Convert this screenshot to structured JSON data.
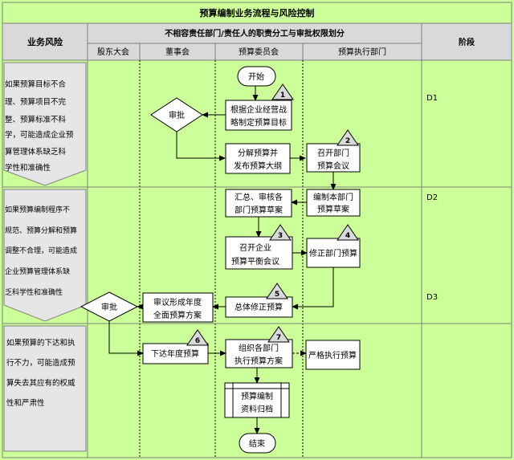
{
  "title": "预算编制业务流程与风险控制",
  "header": {
    "risk_column": "业务风险",
    "responsibility": "不相容责任部门/责任人的职责分工与审批权限划分",
    "stage_column": "阶段"
  },
  "lanes": [
    "股东大会",
    "董事会",
    "预算委员会",
    "预算执行部门"
  ],
  "risks": [
    [
      "如果预算目标不合",
      "理、预算项目不完",
      "整、预算标准不科",
      "学，可能造成企业预",
      "算管理体系缺乏科",
      "学性和准确性"
    ],
    [
      "如果预算编制程序不",
      "规范、预算分解和预算",
      "调整不合理，可能造成",
      "企业预算管理体系缺",
      "乏科学性和准确性"
    ],
    [
      "如果预算的下达和执",
      "行不力，可能造成预",
      "算失去其应有的权威",
      "性和严肃性"
    ]
  ],
  "stages": [
    "D1",
    "D2",
    "D3"
  ],
  "flow": {
    "start": "开始",
    "end": "结束",
    "approve_board": "审批",
    "approve_shareholders": "审批",
    "steps": [
      [
        "根据企业经营战",
        "略制定预算目标"
      ],
      [
        "分解预算并",
        "发布预算大纲"
      ],
      [
        "召开部门",
        "预算会议"
      ],
      [
        "编制本部门",
        "预算草案"
      ],
      [
        "汇总、审核各",
        "部门预算草案"
      ],
      [
        "召开企业",
        "预算平衡会议"
      ],
      [
        "修正部门预算"
      ],
      [
        "总体修正预算"
      ],
      [
        "审议形成年度",
        "全面预算方案"
      ],
      [
        "下达年度预算"
      ],
      [
        "组织各部门",
        "执行预算方案"
      ],
      [
        "严格执行预算"
      ],
      [
        "预算编制",
        "资料归档"
      ]
    ],
    "markers": [
      "1",
      "2",
      "3",
      "4",
      "5",
      "6",
      "7"
    ]
  }
}
